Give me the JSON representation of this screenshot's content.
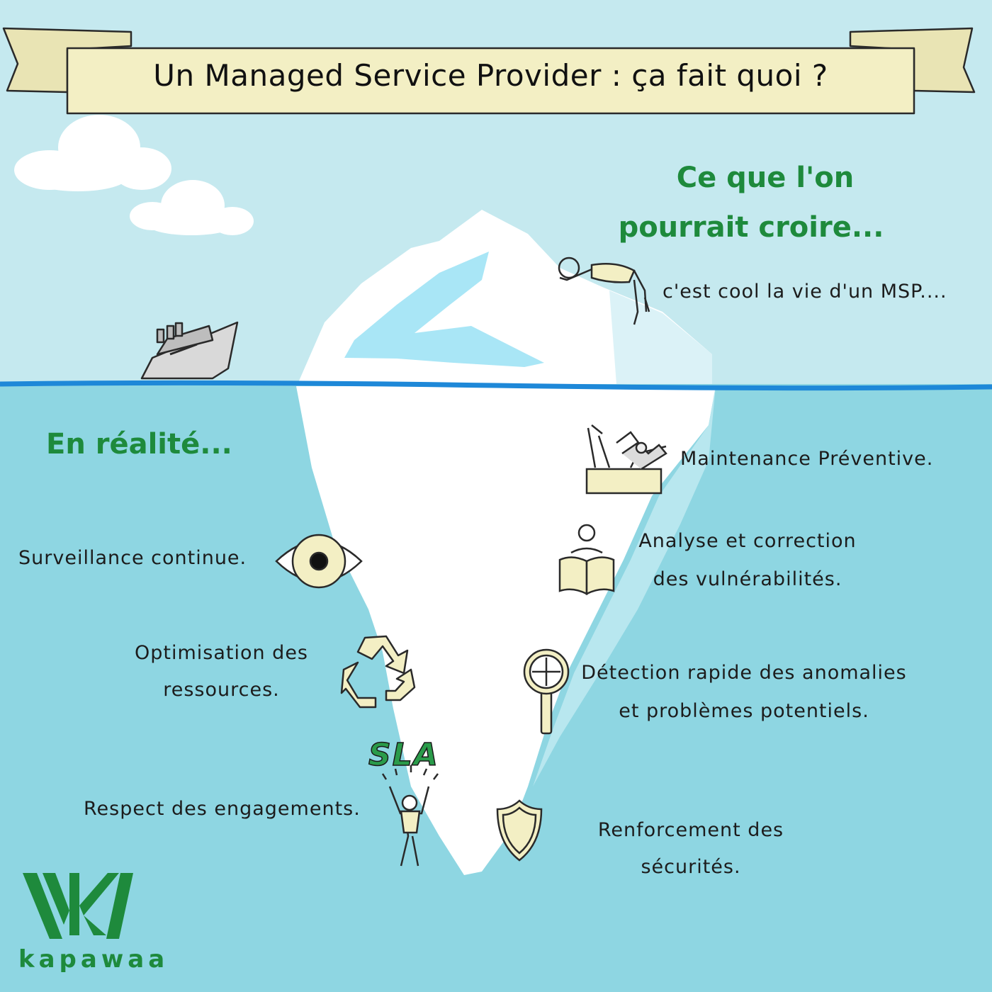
{
  "title": "Un Managed Service Provider : ça fait quoi ?",
  "above": {
    "heading_line1": "Ce que l'on",
    "heading_line2": "pourrait croire...",
    "caption": "c'est cool la vie d'un MSP...."
  },
  "below": {
    "heading": "En réalité...",
    "left_items": [
      {
        "line1": "Surveillance continue.",
        "icon": "eye-icon"
      },
      {
        "line1": "Optimisation des",
        "line2": "ressources.",
        "icon": "recycle-icon"
      },
      {
        "line1": "Respect des engagements.",
        "icon": "cheering-person-icon"
      }
    ],
    "right_items": [
      {
        "line1": "Maintenance Préventive.",
        "icon": "toolbox-icon"
      },
      {
        "line1": "Analyse et correction",
        "line2": "des vulnérabilités.",
        "icon": "reading-person-icon"
      },
      {
        "line1": "Détection rapide des anomalies",
        "line2": "et problèmes potentiels.",
        "icon": "magnifier-icon"
      },
      {
        "line1": "Renforcement des",
        "line2": "sécurités.",
        "icon": "shield-icon"
      }
    ],
    "sla_label": "SLA"
  },
  "brand": {
    "name": "kapawaa",
    "logo": "kapawaa-logo"
  },
  "colors": {
    "sky": "#c5e9ef",
    "sea": "#8ed6e2",
    "waterline": "#1e88d8",
    "accent_green": "#1e8a3c",
    "banner": "#f3efc4",
    "iceberg": "#ffffff",
    "ice_shade": "#a9e6f6"
  }
}
